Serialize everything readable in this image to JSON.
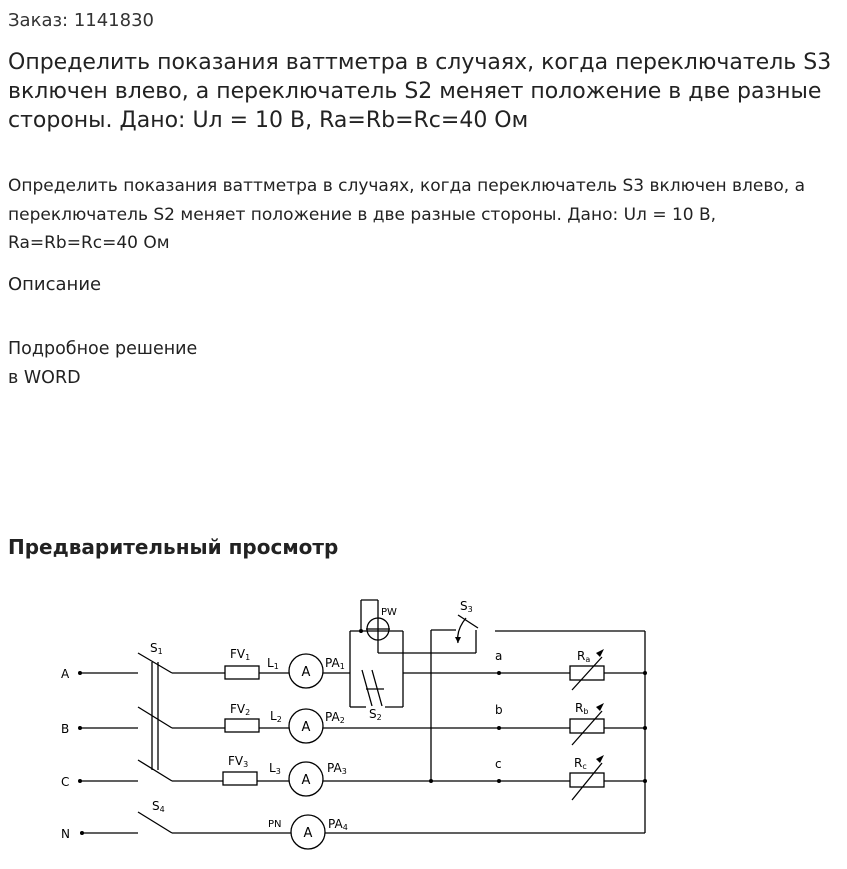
{
  "order": "Заказ: 1141830",
  "title": "Определить показания ваттметра в случаях, когда переключатель S3 включен влево, а переключатель S2 меняет положение в две разные стороны. Дано: Uл = 10 В, Ra=Rb=Rc=40 Ом",
  "description": "Определить показания ваттметра в случаях, когда переключатель S3 включен влево, а переключатель S2 меняет положение в две разные стороны. Дано: Uл = 10 В, Ra=Rb=Rc=40 Ом",
  "section_label": "Описание",
  "solution": {
    "line1": "Подробное решение",
    "line2": "в WORD"
  },
  "preview_label": "Предварительный просмотр",
  "diagram": {
    "terminals": [
      "A",
      "B",
      "C",
      "N"
    ],
    "switches": {
      "s1": {
        "main": "S",
        "sub": "1"
      },
      "s2": {
        "main": "S",
        "sub": "2"
      },
      "s3": {
        "main": "S",
        "sub": "3"
      },
      "s4": {
        "main": "S",
        "sub": "4"
      }
    },
    "fuses": [
      {
        "main": "FV",
        "sub": "1"
      },
      {
        "main": "FV",
        "sub": "2"
      },
      {
        "main": "FV",
        "sub": "3"
      }
    ],
    "lines": [
      {
        "main": "L",
        "sub": "1"
      },
      {
        "main": "L",
        "sub": "2"
      },
      {
        "main": "L",
        "sub": "3"
      }
    ],
    "ammeter_symbol": "A",
    "ammeters": [
      {
        "main": "PA",
        "sub": "1"
      },
      {
        "main": "PA",
        "sub": "2"
      },
      {
        "main": "PA",
        "sub": "3"
      },
      {
        "main": "PA",
        "sub": "4"
      }
    ],
    "wattmeter": "PW",
    "neutral_label": "PN",
    "nodes": [
      "a",
      "b",
      "c"
    ],
    "resistors": [
      {
        "main": "R",
        "sub": "a"
      },
      {
        "main": "R",
        "sub": "b"
      },
      {
        "main": "R",
        "sub": "c"
      }
    ]
  }
}
